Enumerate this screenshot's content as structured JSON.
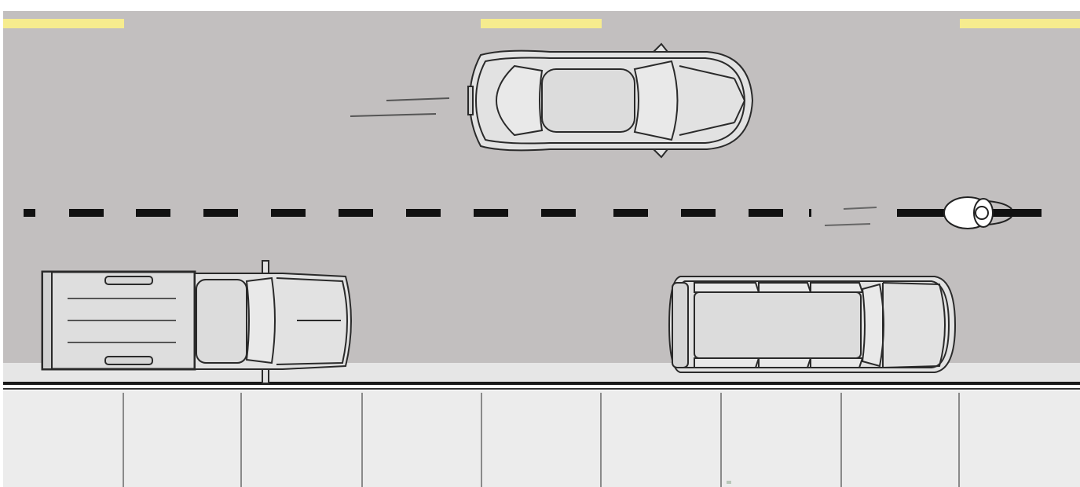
{
  "scene": {
    "kind": "street-top-view",
    "colors": {
      "asphalt": "#c2bfbf",
      "centerline_yellow": "#f6ec8e",
      "bike_lane_line": "#111111",
      "gutter": "#e6e6e6",
      "sidewalk": "#ececec",
      "sidewalk_joint": "#8a8a8a",
      "vehicle_body": "#e2e2e2",
      "vehicle_outline": "#2a2a2a"
    },
    "vehicles": [
      {
        "id": "moving-sedan",
        "type": "sedan",
        "state": "moving",
        "heading": "right"
      },
      {
        "id": "parked-pickup",
        "type": "pickup truck",
        "state": "parked",
        "heading": "right"
      },
      {
        "id": "parked-suv",
        "type": "suv",
        "state": "parked",
        "heading": "right"
      },
      {
        "id": "cyclist",
        "type": "bicycle rider",
        "state": "moving",
        "heading": "right"
      }
    ]
  }
}
